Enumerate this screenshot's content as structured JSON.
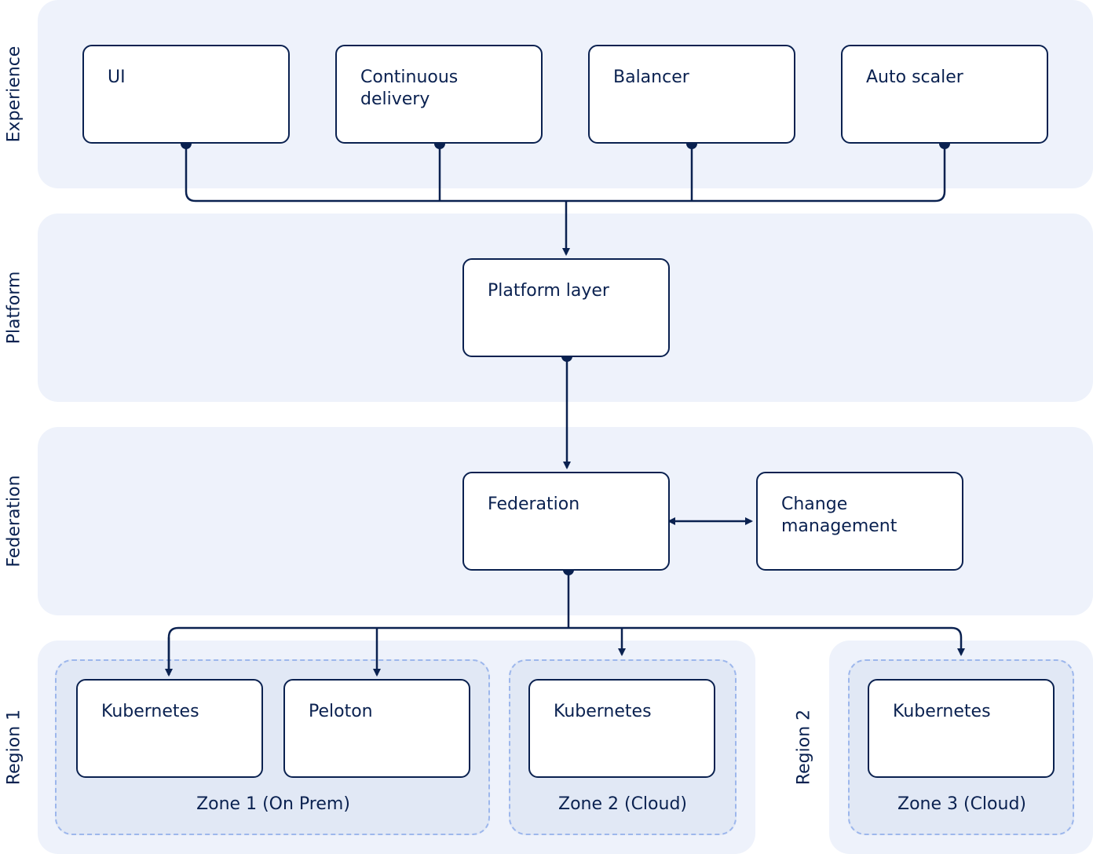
{
  "layers": {
    "experience": "Experience",
    "platform": "Platform",
    "federation": "Federation",
    "region1": "Region 1",
    "region2": "Region 2"
  },
  "nodes": {
    "ui": "UI",
    "continuous_delivery": "Continuous delivery",
    "balancer": "Balancer",
    "auto_scaler": "Auto scaler",
    "platform_layer": "Platform layer",
    "federation": "Federation",
    "change_management": "Change management",
    "kubernetes_zone1": "Kubernetes",
    "peloton": "Peloton",
    "kubernetes_zone2": "Kubernetes",
    "kubernetes_zone3": "Kubernetes"
  },
  "zones": {
    "zone1": "Zone 1 (On Prem)",
    "zone2": "Zone 2 (Cloud)",
    "zone3": "Zone 3 (Cloud)"
  },
  "colors": {
    "ink": "#0a2150",
    "band": "#eef2fb",
    "zone": "#e1e8f5",
    "zone_border": "#9db7ec"
  }
}
